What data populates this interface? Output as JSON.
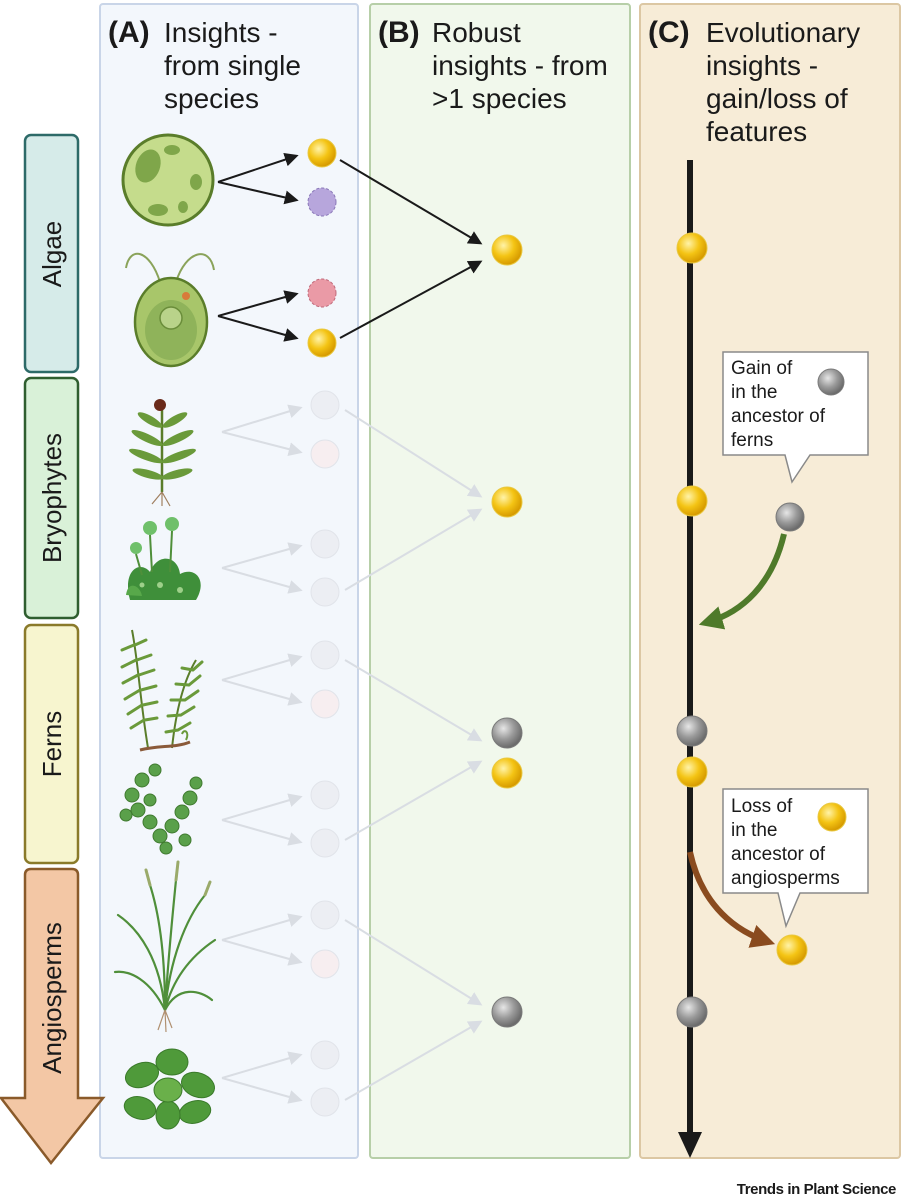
{
  "panels": {
    "a": {
      "letter": "(A)",
      "title": [
        "Insights -",
        "from single",
        "species"
      ]
    },
    "b": {
      "letter": "(B)",
      "title": [
        "Robust",
        "insights - from",
        ">1 species"
      ]
    },
    "c": {
      "letter": "(C)",
      "title": [
        "Evolutionary",
        "insights -",
        "gain/loss of",
        "features"
      ]
    }
  },
  "groups": [
    "Algae",
    "Bryophytes",
    "Ferns",
    "Angiosperms"
  ],
  "callouts": {
    "gain": [
      "Gain of",
      "in the",
      "ancestor of",
      "ferns"
    ],
    "loss": [
      "Loss of",
      "in the",
      "ancestor of",
      "angiosperms"
    ]
  },
  "credit": "Trends in Plant Science",
  "colors": {
    "panel_a_bg": "#f3f7fc",
    "panel_a_border": "#c9d5e8",
    "panel_b_bg": "#f1f8ec",
    "panel_b_border": "#b7cfa8",
    "panel_c_bg": "#f7ecd7",
    "panel_c_border": "#dcc7a3",
    "algae": "#d6ebe9",
    "bryophytes": "#d9f1d8",
    "ferns": "#f7f5cf",
    "angiosperms": "#f3c7a5",
    "yellow_dot": "#f1c40f",
    "purple_dot": "#b7a6dc",
    "pink_dot": "#ea9aa6",
    "grey_dot": "#8e8e8e",
    "gain_arrow": "#4f7a2a",
    "loss_arrow": "#8a4b1f"
  }
}
